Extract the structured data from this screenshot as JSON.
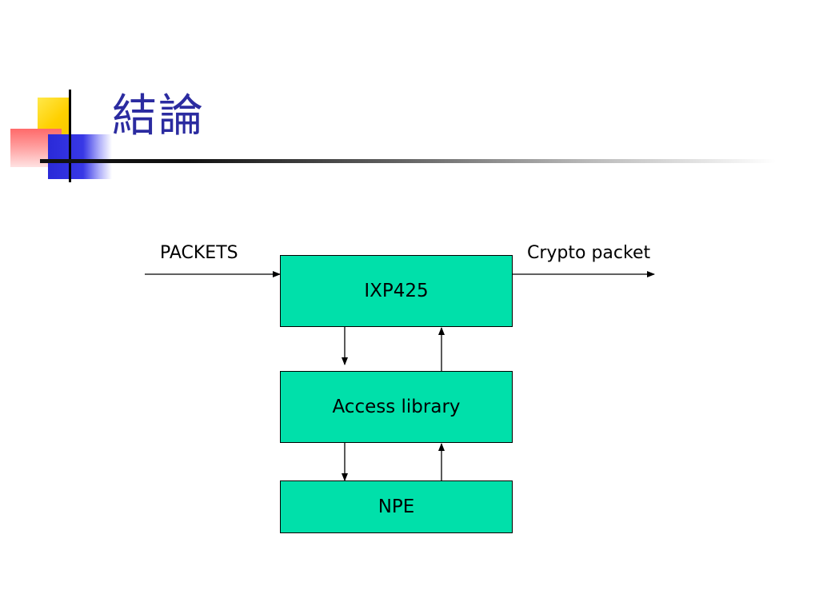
{
  "slide": {
    "title": "結論"
  },
  "diagram": {
    "input_label": "PACKETS",
    "output_label": "Crypto packet",
    "boxes": {
      "ixp": "IXP425",
      "access_library": "Access library",
      "npe": "NPE"
    }
  },
  "colors": {
    "box_fill": "#00e0aa",
    "title": "#2b2ba0"
  }
}
